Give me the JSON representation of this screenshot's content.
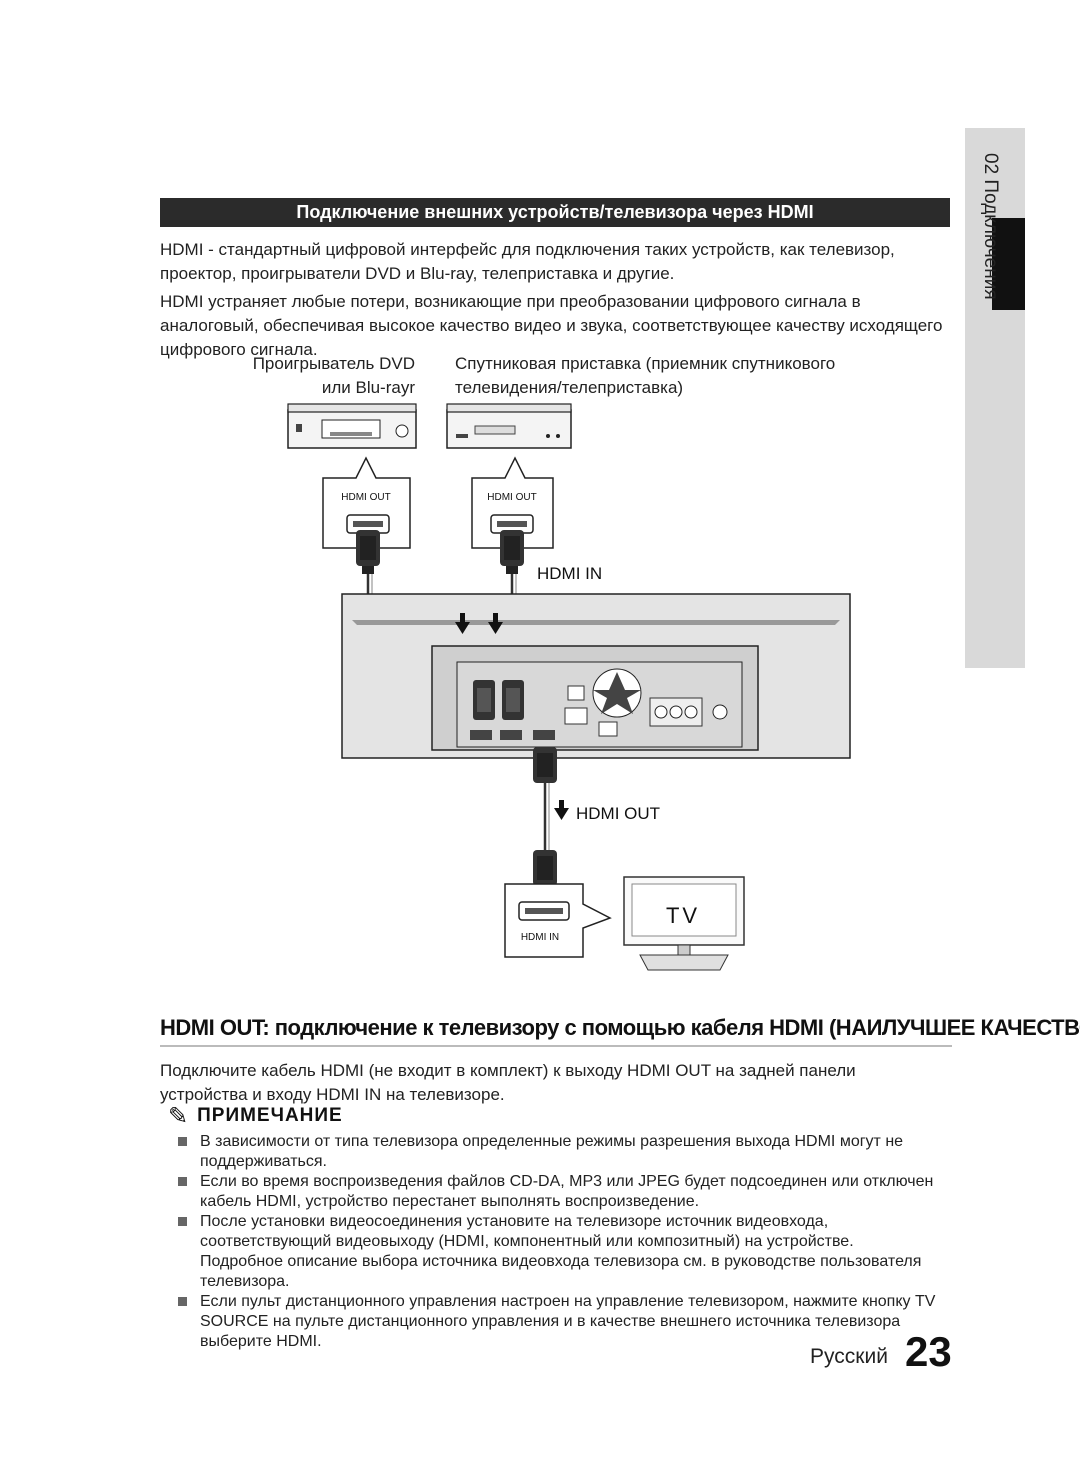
{
  "side_tab": {
    "label": "02  Подключения"
  },
  "section": {
    "title": "Подключение внешних устройств/телевизора через HDMI"
  },
  "intro": {
    "p1": "HDMI - стандартный цифровой интерфейс для подключения таких устройств, как телевизор, проектор, проигрыватели DVD и Blu-ray, телеприставка и другие.",
    "p2": "HDMI устраняет любые потери, возникающие при преобразовании цифрового сигнала в аналоговый, обеспечивая высокое качество видео и звука, соответствующее качеству исходящего цифрового сигнала."
  },
  "diagram": {
    "dvd_caption_1": "Проигрыватель DVD",
    "dvd_caption_2": "или Blu-rayr",
    "sat_caption_1": "Спутниковая приставка (приемник спутникового",
    "sat_caption_2": "телевидения/телеприставка)",
    "hdmi_out_small_1": "HDMI OUT",
    "hdmi_out_small_2": "HDMI OUT",
    "hdmi_in_label": "HDMI IN",
    "hdmi_out_label": "HDMI OUT",
    "tv_hdmi_in_small": "HDMI  IN",
    "tv_label": "TV"
  },
  "heading": "HDMI OUT: подключение к телевизору с помощью кабеля HDMI (НАИЛУЧШЕЕ КАЧЕСТВО)",
  "connect_text": "Подключите кабель HDMI (не входит в комплект) к выходу HDMI OUT на задней панели устройства и входу HDMI IN на телевизоре.",
  "note": {
    "title": "ПРИМЕЧАНИЕ",
    "items": [
      "В зависимости от типа телевизора определенные режимы разрешения выхода HDMI могут не поддерживаться.",
      "Если во время воспроизведения файлов CD-DA, MP3 или JPEG будет подсоединен или отключен кабель HDMI, устройство перестанет выполнять воспроизведение.",
      "После установки видеосоединения установите на телевизоре источник видеовхода, соответствующий видеовыходу (HDMI, компонентный или композитный) на устройстве.",
      "Если пульт дистанционного управления настроен на управление телевизором, нажмите кнопку TV SOURCE на пульте дистанционного управления и в качестве внешнего источника телевизора выберите HDMI."
    ],
    "item3_extra": "Подробное описание выбора источника видеовхода телевизора см. в руководстве пользователя телевизора."
  },
  "footer": {
    "language": "Русский",
    "page": "23"
  }
}
